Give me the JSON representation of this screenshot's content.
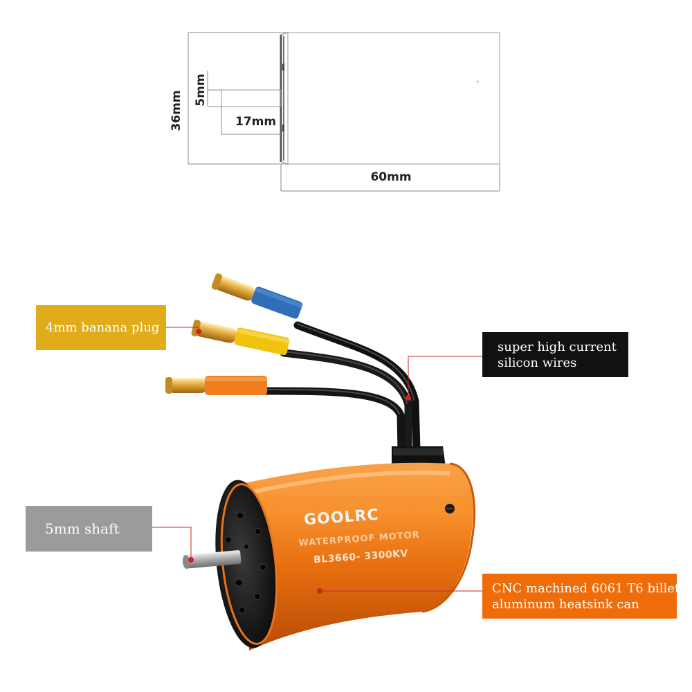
{
  "dimensions": {
    "diameter": "36mm",
    "shaft_diameter": "5mm",
    "shaft_length": "17mm",
    "body_length": "60mm"
  },
  "motor": {
    "brand": "GOOLRC",
    "tagline": "WATERPROOF MOTOR",
    "model": "BL3660- 3300KV"
  },
  "callouts": {
    "banana_plug": [
      "4mm banana plug"
    ],
    "wires": [
      "super high current",
      "silicon wires"
    ],
    "shaft": [
      "5mm shaft"
    ],
    "can": [
      "CNC machined 6061 T6 billet",
      "aluminum heatsink can"
    ]
  },
  "colors": {
    "banana_callout": "#e0ac1c",
    "wires_callout": "#111111",
    "shaft_callout": "#9b9b9b",
    "can_callout": "#ef6c0b",
    "motor_orange": "#f07c1a",
    "leader_line": "#c62828"
  }
}
